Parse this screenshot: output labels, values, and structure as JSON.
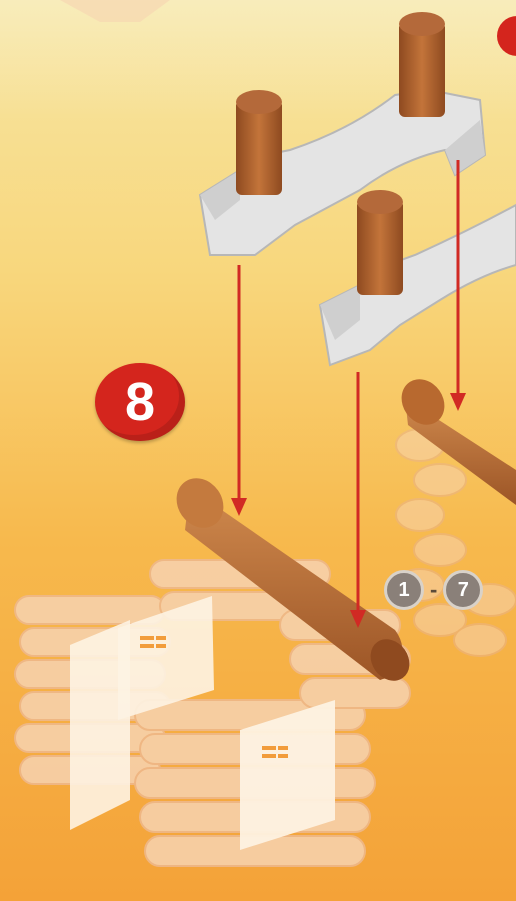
{
  "step": {
    "number": "8"
  },
  "reference": {
    "from": "1",
    "separator": "-",
    "to": "7"
  },
  "colors": {
    "badge": "#d4251d",
    "wood": "#b0622c",
    "arrow": "#d12a24"
  }
}
